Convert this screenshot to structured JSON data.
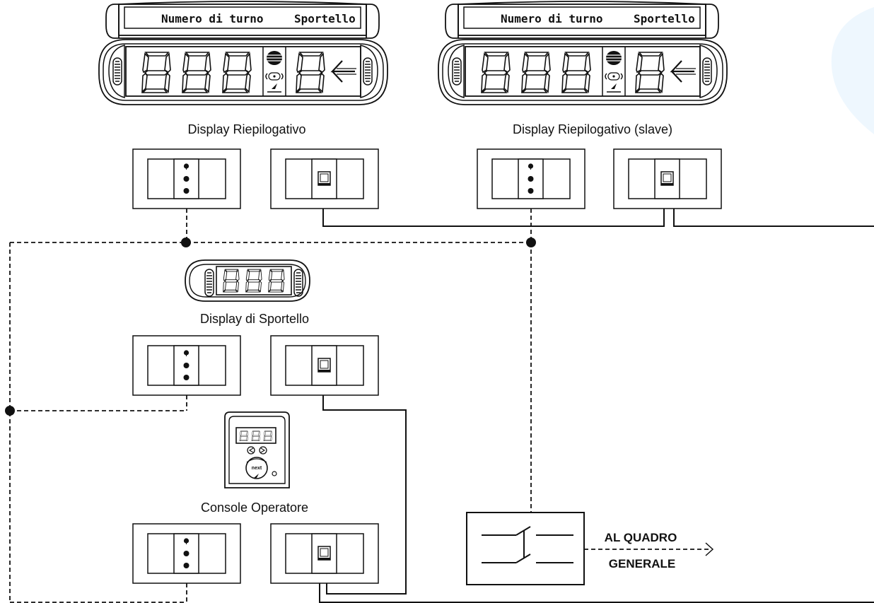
{
  "colors": {
    "line": "#111111",
    "background": "#ffffff",
    "accent_blob": "#eef7fe"
  },
  "displays": {
    "summary_header_left": "Numero di turno",
    "summary_header_right": "Sportello",
    "summary_label": "Display Riepilogativo",
    "slave_label": "Display Riepilogativo (slave)",
    "counter_label": "Display di Sportello",
    "console_label": "Console Operatore",
    "console_button": "next"
  },
  "switch_box": {
    "label_line1": "AL QUADRO",
    "label_line2": "GENERALE"
  },
  "icons": {
    "digit": "seven-segment-digit-icon",
    "arrow": "arrow-left-icon",
    "speaker": "speaker-grille-icon",
    "rj_jack": "rj-socket-icon",
    "power_terminal": "power-terminal-icon",
    "switch": "switch-symbol-icon"
  }
}
